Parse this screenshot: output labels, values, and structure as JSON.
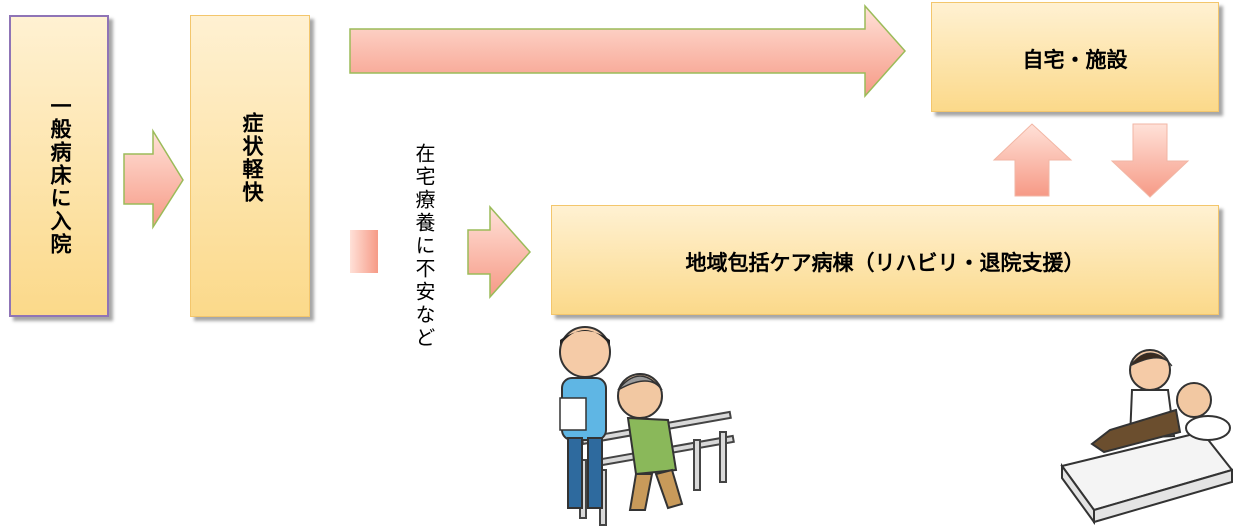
{
  "boxes": {
    "general_ward": "一般病床に入院",
    "symptom_relief": "症状軽快",
    "home_facility": "自宅・施設",
    "community_care_ward": "地域包括ケア病棟（リハビリ・退院支援）"
  },
  "note": "在宅療養に不安など",
  "colors": {
    "box_fill_top": "#fff1d2",
    "box_fill_bottom": "#fbd98a",
    "box_border": "#f3c66c",
    "first_box_border": "#8f74b6",
    "arrow_fill_top": "#ffe1d8",
    "arrow_fill_bottom": "#f69a86",
    "arrow_outline": "#9bbb59"
  },
  "illustrations": [
    "rehabilitation-illustration",
    "nurse-care-illustration"
  ]
}
